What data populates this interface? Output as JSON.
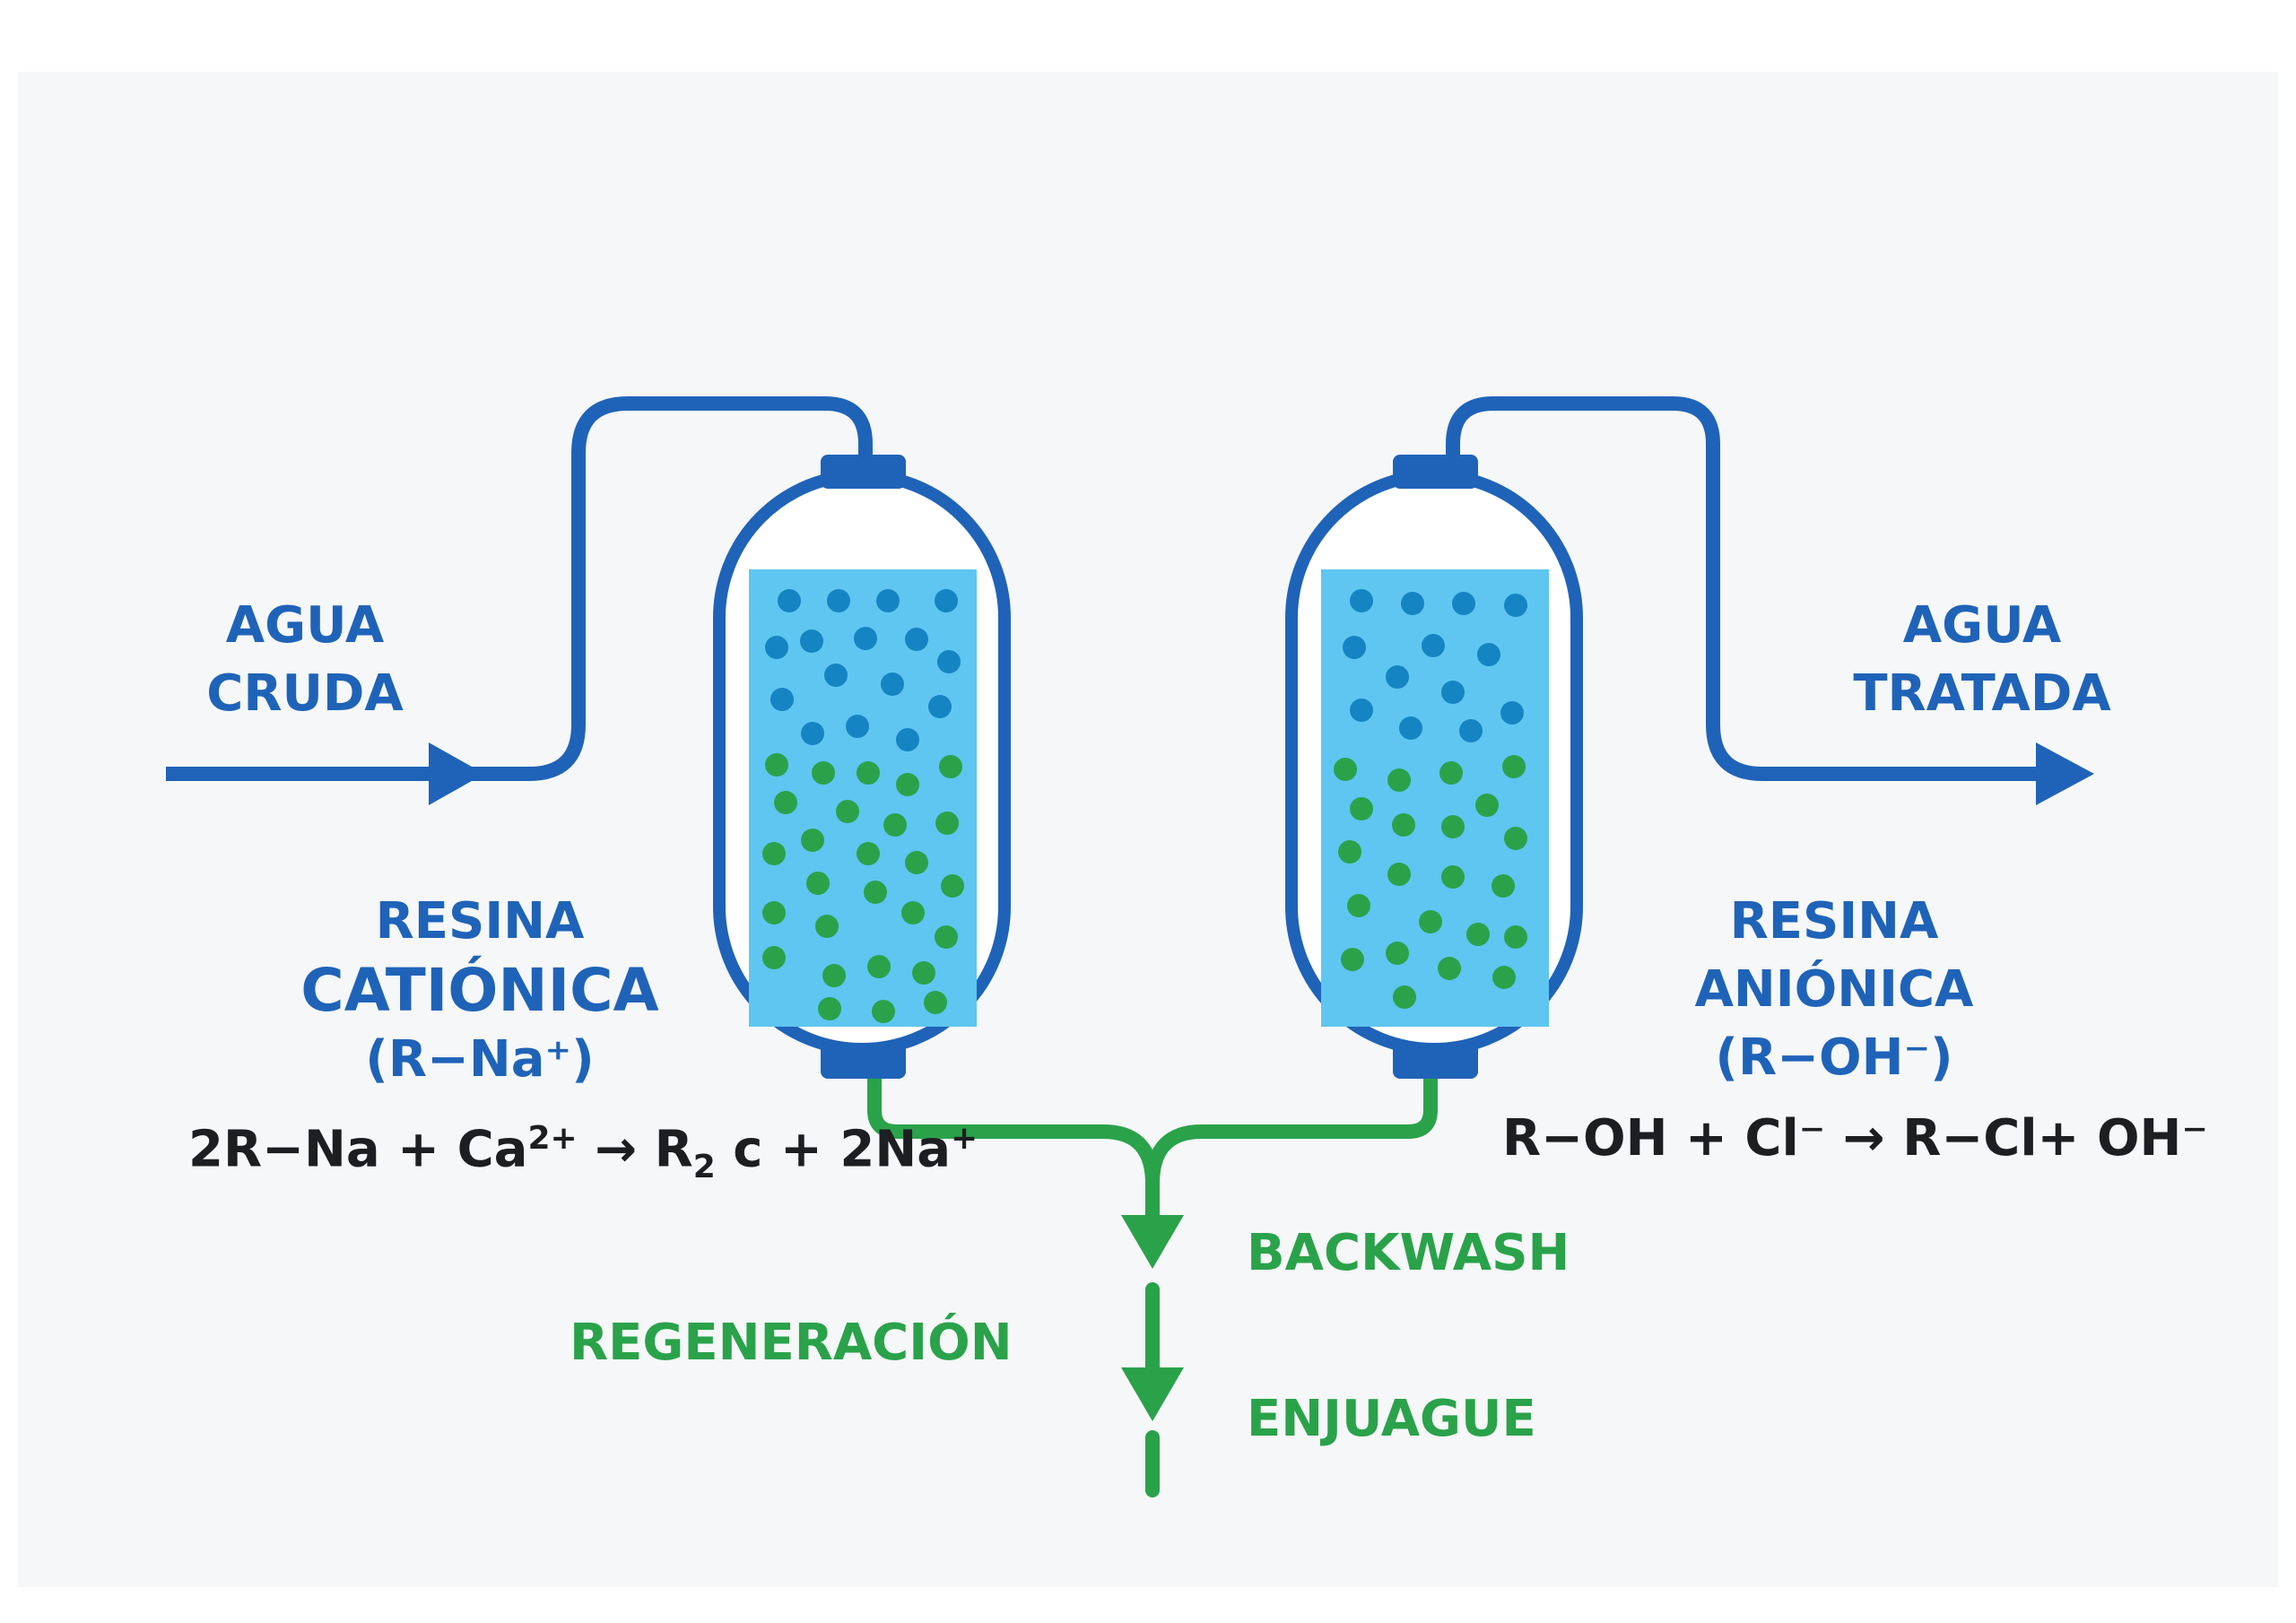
{
  "inlet": {
    "line1": "AGUA",
    "line2": "CRUDA"
  },
  "outlet": {
    "line1": "AGUA",
    "line2": "TRATADA"
  },
  "cation": {
    "line1": "RESINA",
    "line2": "CATIÓNICA",
    "formula": "(R−Na⁺)",
    "equation": {
      "a": "2R−Na + Ca",
      "a_sup": "2+",
      "b": "→ R",
      "b_sub": "2",
      "c": "c + 2Na",
      "c_sup": "+"
    }
  },
  "anion": {
    "line1": "RESINA",
    "line2": "ANIÓNICA",
    "formula": "(R−OH⁻)",
    "equation": "R−OH + Cl⁻ → R−Cl+ OH⁻"
  },
  "drain": {
    "backwash": "BACKWASH",
    "regeneration": "REGENERACIÓN",
    "rinse": "ENJUAGUE"
  },
  "colors": {
    "pipe_blue": "#1f63b8",
    "water": "#5ec6f0",
    "bead_blue": "#1584c2",
    "bead_green": "#2aa24a",
    "drain_green": "#2aa24a"
  }
}
